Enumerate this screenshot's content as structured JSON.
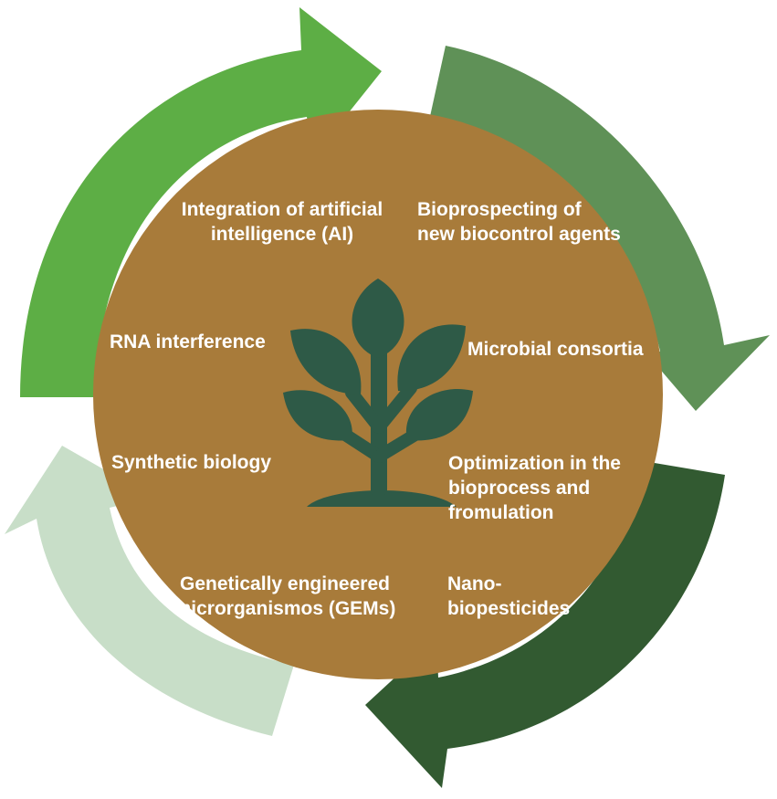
{
  "colors": {
    "circle": "#A87B3A",
    "label_text": "#FFFFFF",
    "plant": "#2E5A47",
    "arrow_top_left": "#5DAE45",
    "arrow_top_right": "#5F9157",
    "arrow_bottom_right": "#325A31",
    "arrow_bottom_left": "#C8DEC8"
  },
  "center_icon": "plant-sprout-icon",
  "labels": {
    "ai": [
      "Integration of artificial",
      "intelligence (AI)"
    ],
    "bioprospecting": [
      "Bioprospecting of",
      "new biocontrol agents"
    ],
    "rna": [
      "RNA interference"
    ],
    "microbial": [
      "Microbial consortia"
    ],
    "synthetic": [
      "Synthetic biology"
    ],
    "optimization": [
      "Optimization in the",
      "bioprocess and",
      "fromulation"
    ],
    "gems": [
      "Genetically engineered",
      "microrganismos (GEMs)"
    ],
    "nano": [
      "Nano-",
      "biopesticides"
    ]
  }
}
